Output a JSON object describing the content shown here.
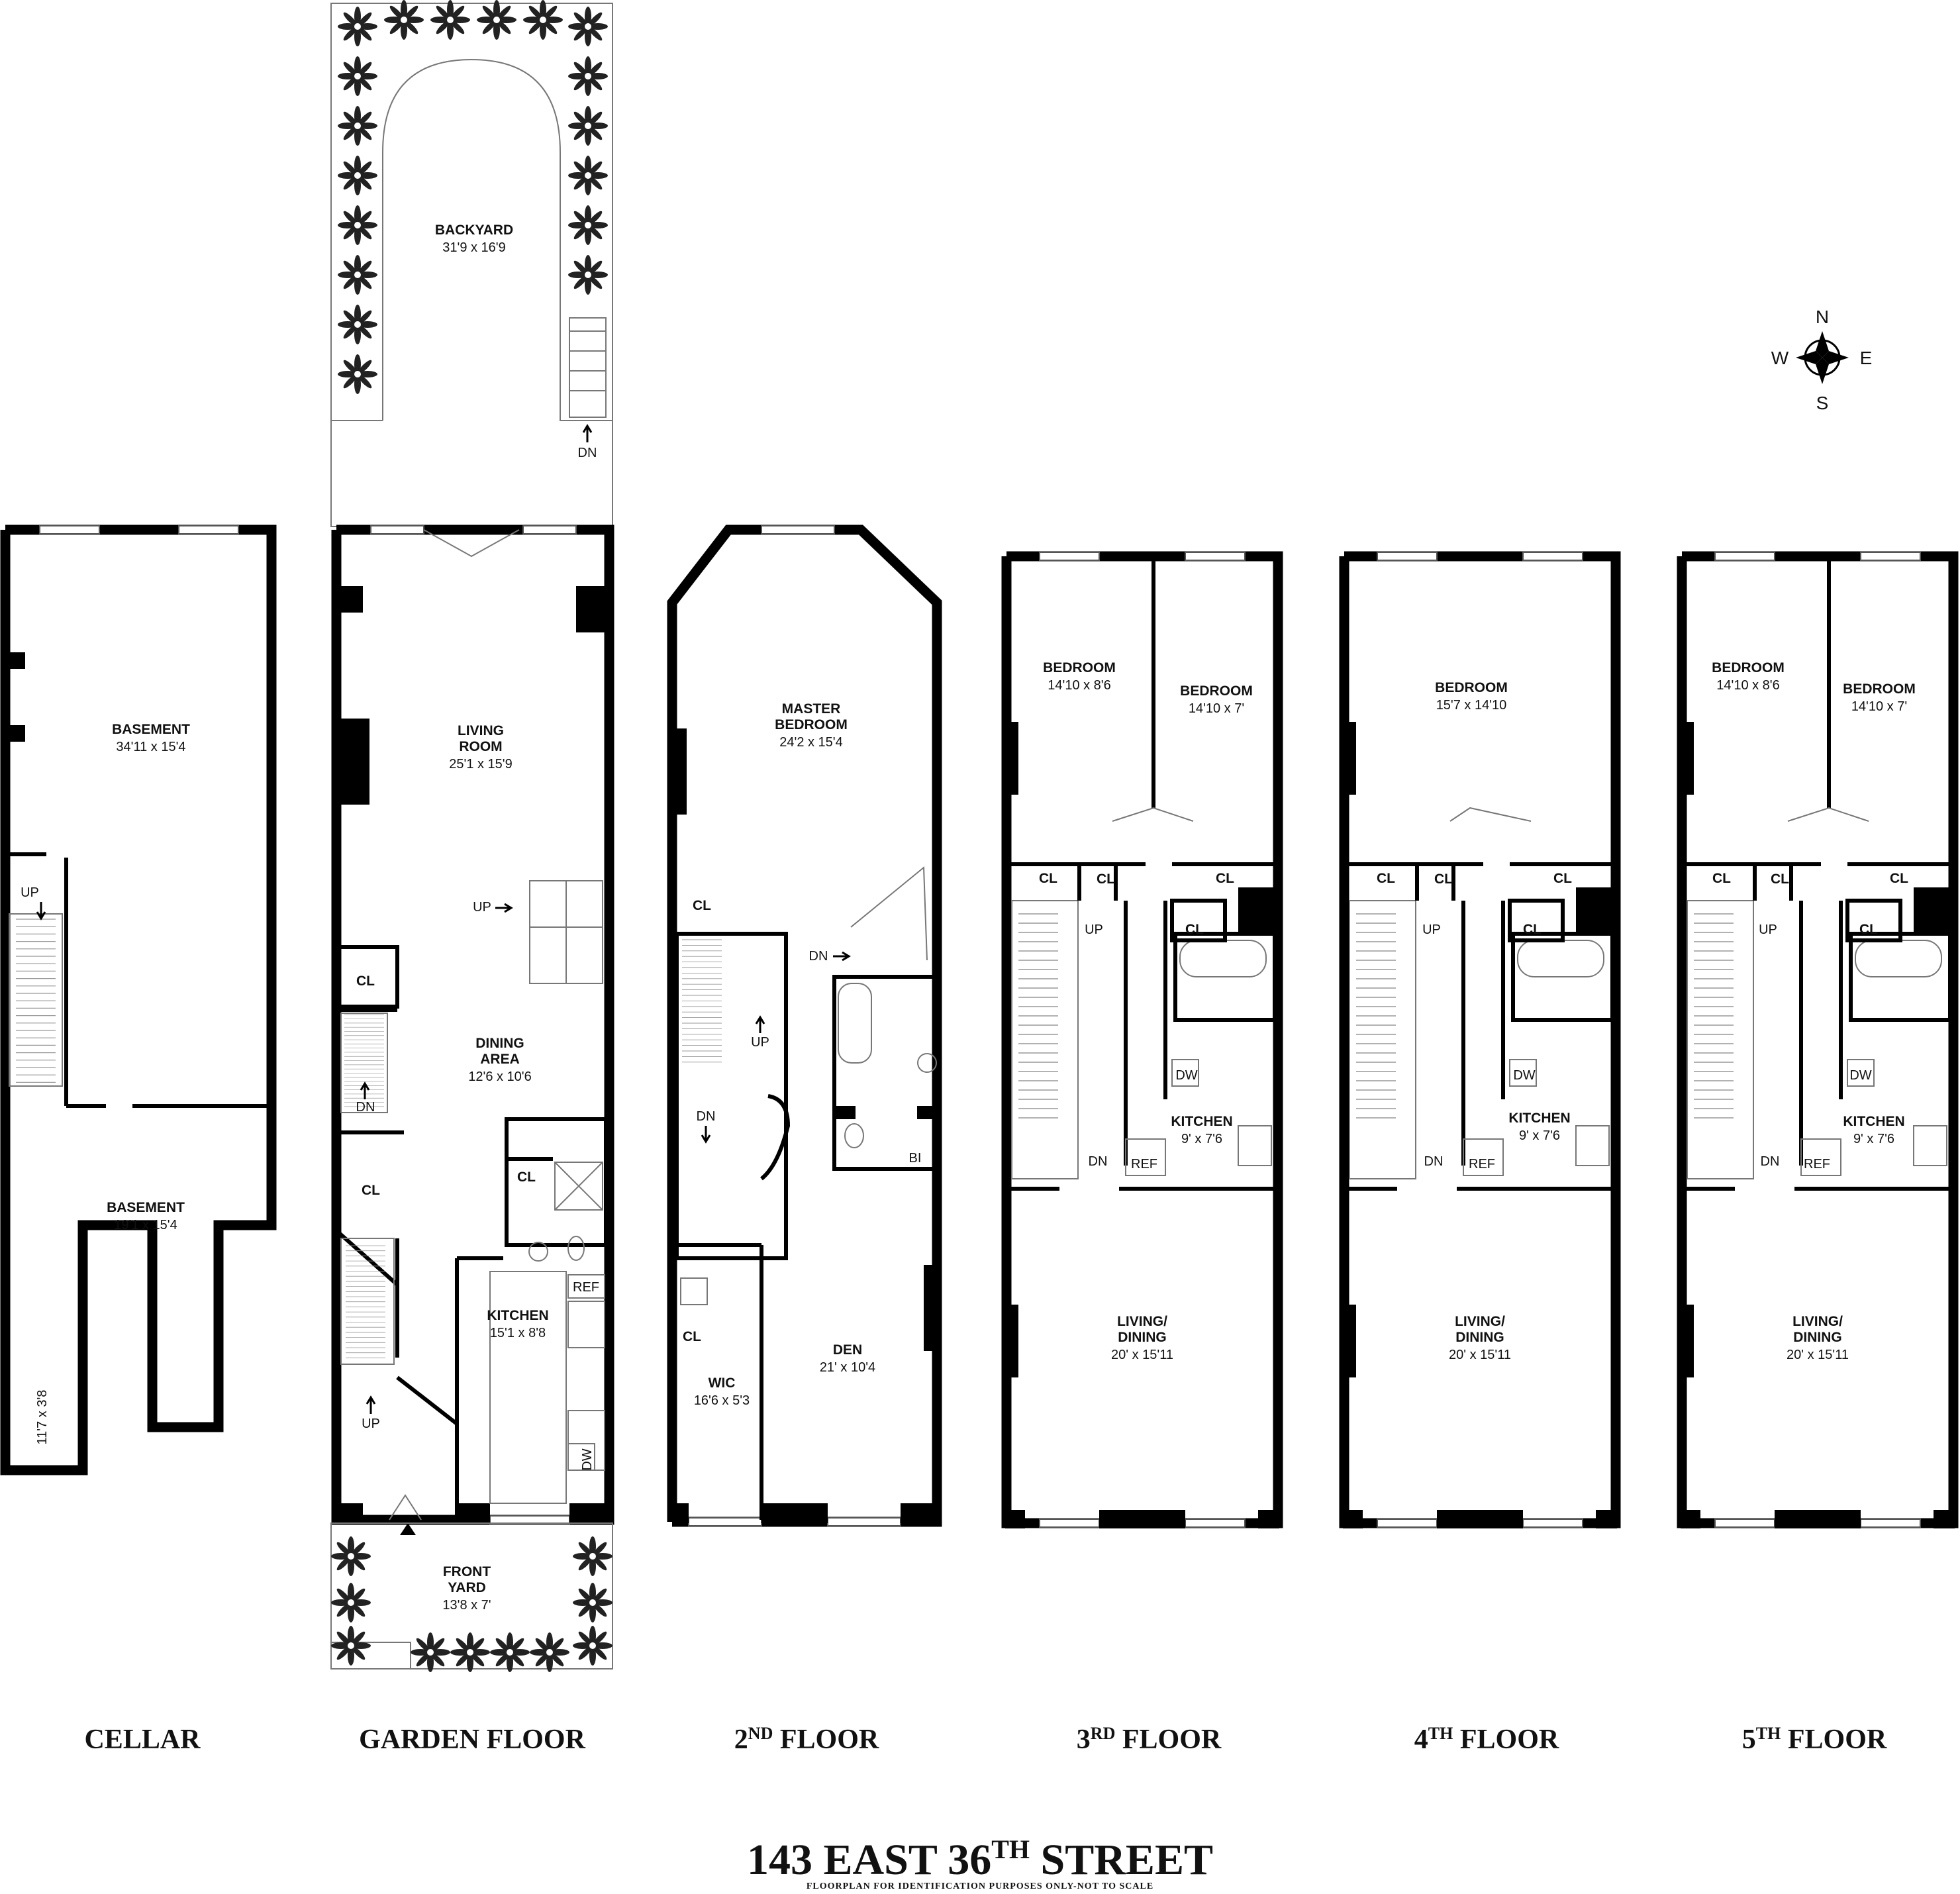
{
  "title": {
    "prefix": "143 EAST 36",
    "sup": "TH",
    "suffix": " STREET",
    "subtitle": "FLOORPLAN FOR IDENTIFICATION PURPOSES ONLY-NOT TO SCALE"
  },
  "compass": {
    "n": "N",
    "s": "S",
    "e": "E",
    "w": "W"
  },
  "floors": {
    "cellar": {
      "label": "CELLAR"
    },
    "garden": {
      "label": "GARDEN FLOOR"
    },
    "second": {
      "num": "2",
      "sup": "ND",
      "rest": " FLOOR"
    },
    "third": {
      "num": "3",
      "sup": "RD",
      "rest": " FLOOR"
    },
    "fourth": {
      "num": "4",
      "sup": "TH",
      "rest": " FLOOR"
    },
    "fifth": {
      "num": "5",
      "sup": "TH",
      "rest": " FLOOR"
    }
  },
  "cellar": {
    "basement1": {
      "name": "BASEMENT",
      "size": "34'11 x 15'4"
    },
    "basement2": {
      "name": "BASEMENT",
      "size": "19'1 x 15'4"
    },
    "vault": "11'7 x 3'8",
    "up": "UP"
  },
  "garden": {
    "backyard": {
      "name": "BACKYARD",
      "size": "31'9 x 16'9"
    },
    "dn_yard": "DN",
    "living": {
      "name1": "LIVING",
      "name2": "ROOM",
      "size": "25'1 x 15'9"
    },
    "up_main": "UP",
    "cl1": "CL",
    "dining": {
      "name1": "DINING",
      "name2": "AREA",
      "size": "12'6 x 10'6"
    },
    "dn": "DN",
    "cl2": "CL",
    "cl3": "CL",
    "kitchen": {
      "name": "KITCHEN",
      "size": "15'1 x 8'8"
    },
    "ref": "REF",
    "dw": "DW",
    "up2": "UP",
    "front": {
      "name1": "FRONT",
      "name2": "YARD",
      "size": "13'8 x 7'"
    }
  },
  "second": {
    "master": {
      "name1": "MASTER",
      "name2": "BEDROOM",
      "size": "24'2 x 15'4"
    },
    "cl1": "CL",
    "dn1": "DN",
    "up": "UP",
    "dn2": "DN",
    "bi": "BI",
    "cl2": "CL",
    "wic": {
      "name": "WIC",
      "size": "16'6 x 5'3"
    },
    "den": {
      "name": "DEN",
      "size": "21' x 10'4"
    }
  },
  "third": {
    "bed1": {
      "name": "BEDROOM",
      "size": "14'10 x 8'6"
    },
    "bed2": {
      "name": "BEDROOM",
      "size": "14'10 x 7'"
    },
    "cl1": "CL",
    "cl2": "CL",
    "cl3": "CL",
    "cl4": "CL",
    "up": "UP",
    "dn": "DN",
    "dw": "DW",
    "ref": "REF",
    "kitchen": {
      "name": "KITCHEN",
      "size": "9' x 7'6"
    },
    "living": {
      "name1": "LIVING/",
      "name2": "DINING",
      "size": "20' x 15'11"
    }
  },
  "fourth": {
    "bed": {
      "name": "BEDROOM",
      "size": "15'7 x 14'10"
    },
    "cl1": "CL",
    "cl2": "CL",
    "cl3": "CL",
    "cl4": "CL",
    "up": "UP",
    "dn": "DN",
    "dw": "DW",
    "ref": "REF",
    "kitchen": {
      "name": "KITCHEN",
      "size": "9' x 7'6"
    },
    "living": {
      "name1": "LIVING/",
      "name2": "DINING",
      "size": "20' x 15'11"
    }
  },
  "fifth": {
    "bed1": {
      "name": "BEDROOM",
      "size": "14'10 x 8'6"
    },
    "bed2": {
      "name": "BEDROOM",
      "size": "14'10 x 7'"
    },
    "cl1": "CL",
    "cl2": "CL",
    "cl3": "CL",
    "cl4": "CL",
    "up": "UP",
    "dn": "DN",
    "dw": "DW",
    "ref": "REF",
    "kitchen": {
      "name": "KITCHEN",
      "size": "9' x 7'6"
    },
    "living": {
      "name1": "LIVING/",
      "name2": "DINING",
      "size": "20' x 15'11"
    }
  }
}
